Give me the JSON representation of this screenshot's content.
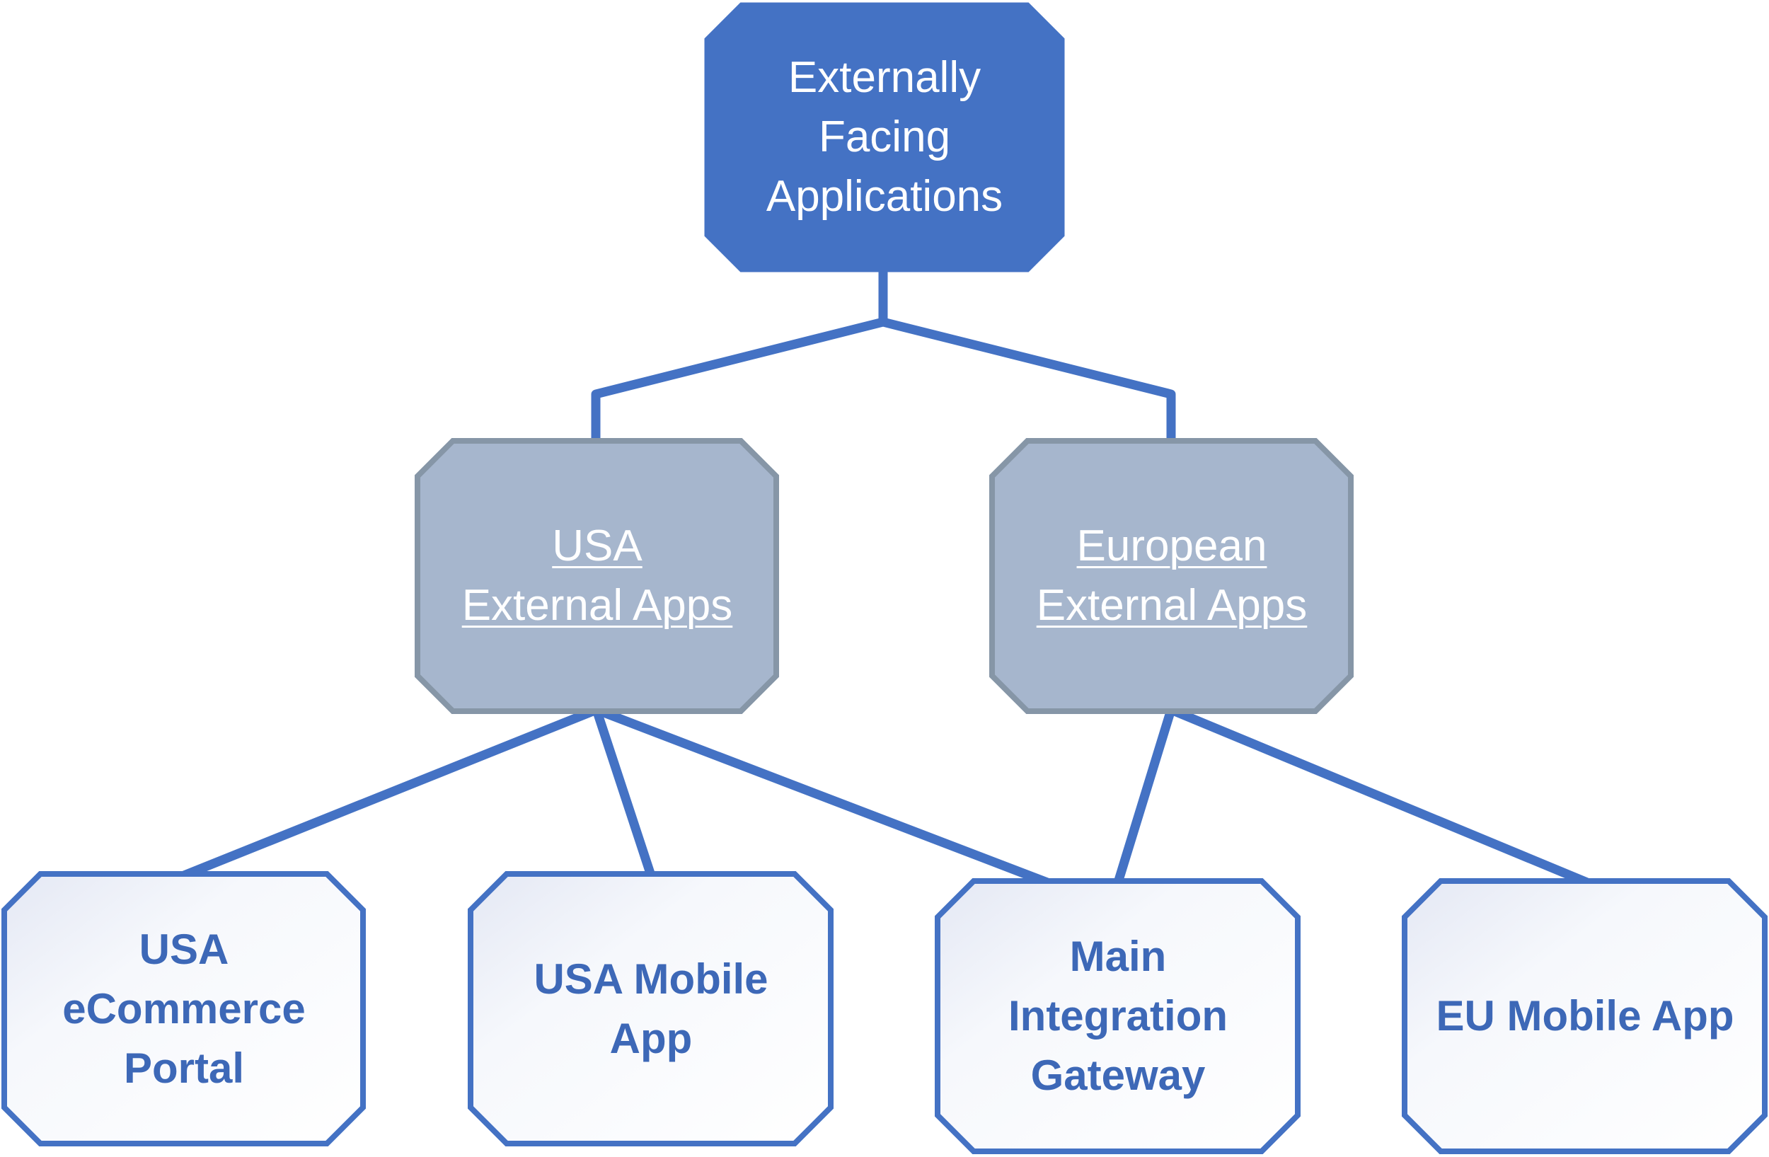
{
  "diagram": {
    "root": {
      "lines": [
        "Externally",
        "Facing",
        "Applications"
      ]
    },
    "groups": [
      {
        "lines": [
          "USA",
          "External Apps"
        ]
      },
      {
        "lines": [
          "European",
          "External Apps"
        ]
      }
    ],
    "leaves": [
      {
        "lines": [
          "USA",
          "eCommerce",
          "Portal"
        ]
      },
      {
        "lines": [
          "USA Mobile",
          "App"
        ]
      },
      {
        "lines": [
          "Main",
          "Integration",
          "Gateway"
        ]
      },
      {
        "lines": [
          "EU Mobile App"
        ]
      }
    ],
    "colors": {
      "primary": "#4472c4",
      "group_fill": "#a6b6cd",
      "group_border": "#8696a7",
      "leaf_text": "#3d68b7",
      "leaf_fill_tint": "#e4e8f4"
    }
  }
}
